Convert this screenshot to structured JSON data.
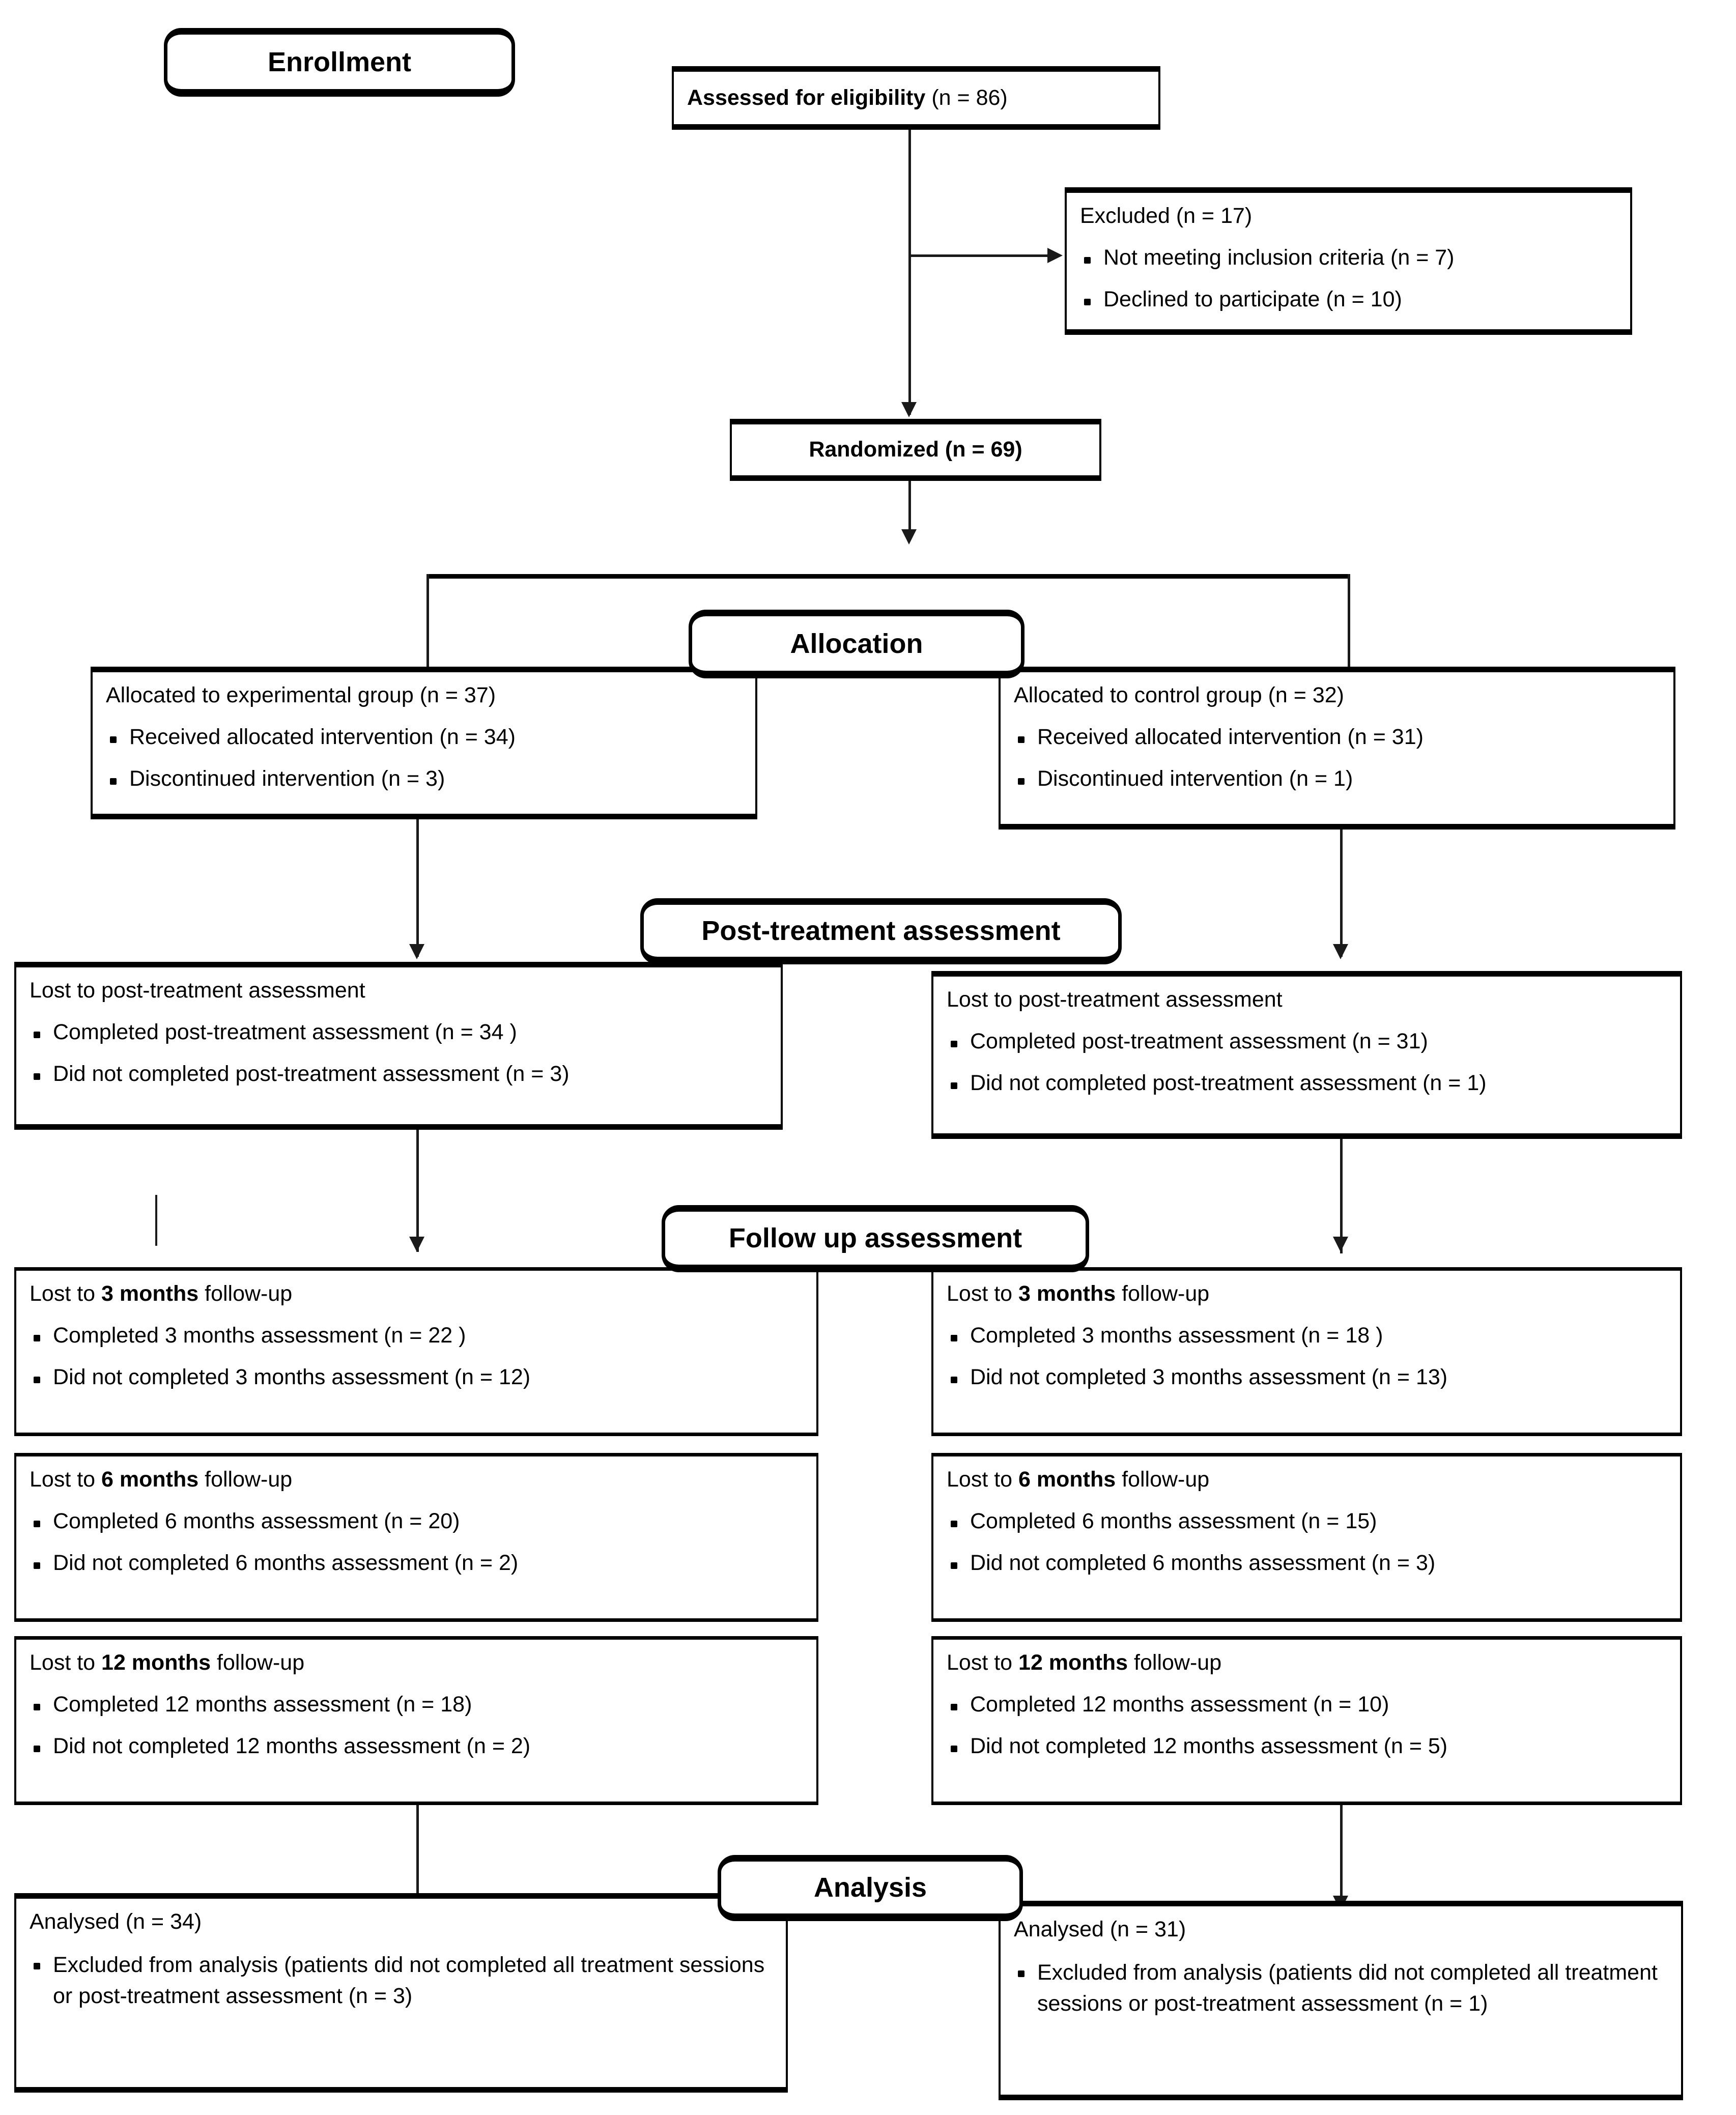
{
  "diagram": {
    "title": "CONSORT participant flow diagram",
    "stages": [
      {
        "id": "enrollment",
        "label": "Enrollment"
      },
      {
        "id": "allocation",
        "label": "Allocation"
      },
      {
        "id": "post_treatment",
        "label": "Post-treatment assessment"
      },
      {
        "id": "follow_up",
        "label": "Follow up assessment"
      },
      {
        "id": "analysis",
        "label": "Analysis"
      }
    ]
  },
  "enrollment": {
    "assessed": {
      "header_bold": "Assessed for eligibility",
      "header_tail": " (n = 86)"
    },
    "excluded": {
      "header": "Excluded (n = 17)",
      "bullets": [
        "Not meeting inclusion criteria (n = 7)",
        "Declined to participate (n = 10)"
      ]
    },
    "randomized": {
      "header_bold": "Randomized",
      "header_tail": " (n = 69)"
    }
  },
  "allocation": {
    "experimental": {
      "header": "Allocated to experimental group (n = 37)",
      "bullets": [
        "Received allocated intervention (n = 34)",
        "Discontinued intervention (n = 3)"
      ]
    },
    "control": {
      "header": "Allocated to control group (n = 32)",
      "bullets": [
        "Received allocated intervention (n = 31)",
        "Discontinued intervention (n = 1)"
      ]
    }
  },
  "post_treatment": {
    "experimental": {
      "header": "Lost to post-treatment assessment",
      "bullets": [
        "Completed post-treatment assessment (n = 34 )",
        "Did not completed post-treatment assessment (n = 3)"
      ]
    },
    "control": {
      "header": "Lost to post-treatment assessment",
      "bullets": [
        "Completed post-treatment assessment (n = 31)",
        "Did not completed post-treatment assessment (n = 1)"
      ]
    }
  },
  "follow_up": {
    "experimental": [
      {
        "header_pre": "Lost to ",
        "header_bold": "3 months",
        "header_post": " follow-up",
        "bullets": [
          "Completed 3 months assessment (n = 22 )",
          "Did not completed 3 months assessment (n = 12)"
        ]
      },
      {
        "header_pre": "Lost to ",
        "header_bold": "6 months",
        "header_post": " follow-up",
        "bullets": [
          "Completed 6 months assessment (n = 20)",
          "Did not completed 6 months assessment (n = 2)"
        ]
      },
      {
        "header_pre": "Lost to ",
        "header_bold": "12 months",
        "header_post": " follow-up",
        "bullets": [
          "Completed 12 months assessment (n = 18)",
          "Did not completed 12 months assessment (n = 2)"
        ]
      }
    ],
    "control": [
      {
        "header_pre": "Lost to ",
        "header_bold": "3 months",
        "header_post": " follow-up",
        "bullets": [
          "Completed 3 months assessment (n = 18 )",
          "Did not completed 3 months assessment (n = 13)"
        ]
      },
      {
        "header_pre": "Lost to ",
        "header_bold": "6 months",
        "header_post": " follow-up",
        "bullets": [
          "Completed 6 months assessment (n = 15)",
          "Did not completed 6 months assessment (n = 3)"
        ]
      },
      {
        "header_pre": "Lost to ",
        "header_bold": "12 months",
        "header_post": " follow-up",
        "bullets": [
          "Completed 12 months assessment (n = 10)",
          "Did not completed 12 months assessment (n = 5)"
        ]
      }
    ]
  },
  "analysis": {
    "experimental": {
      "header": "Analysed (n = 34)",
      "bullets": [
        "Excluded from analysis (patients did not completed all treatment sessions or post-treatment assessment (n = 3)"
      ]
    },
    "control": {
      "header": "Analysed (n = 31)",
      "bullets": [
        "Excluded from analysis (patients did not completed all treatment sessions or post-treatment assessment (n = 1)"
      ]
    }
  },
  "colors": {
    "line": "#1a1a1a",
    "border": "#000000",
    "background": "#ffffff"
  }
}
